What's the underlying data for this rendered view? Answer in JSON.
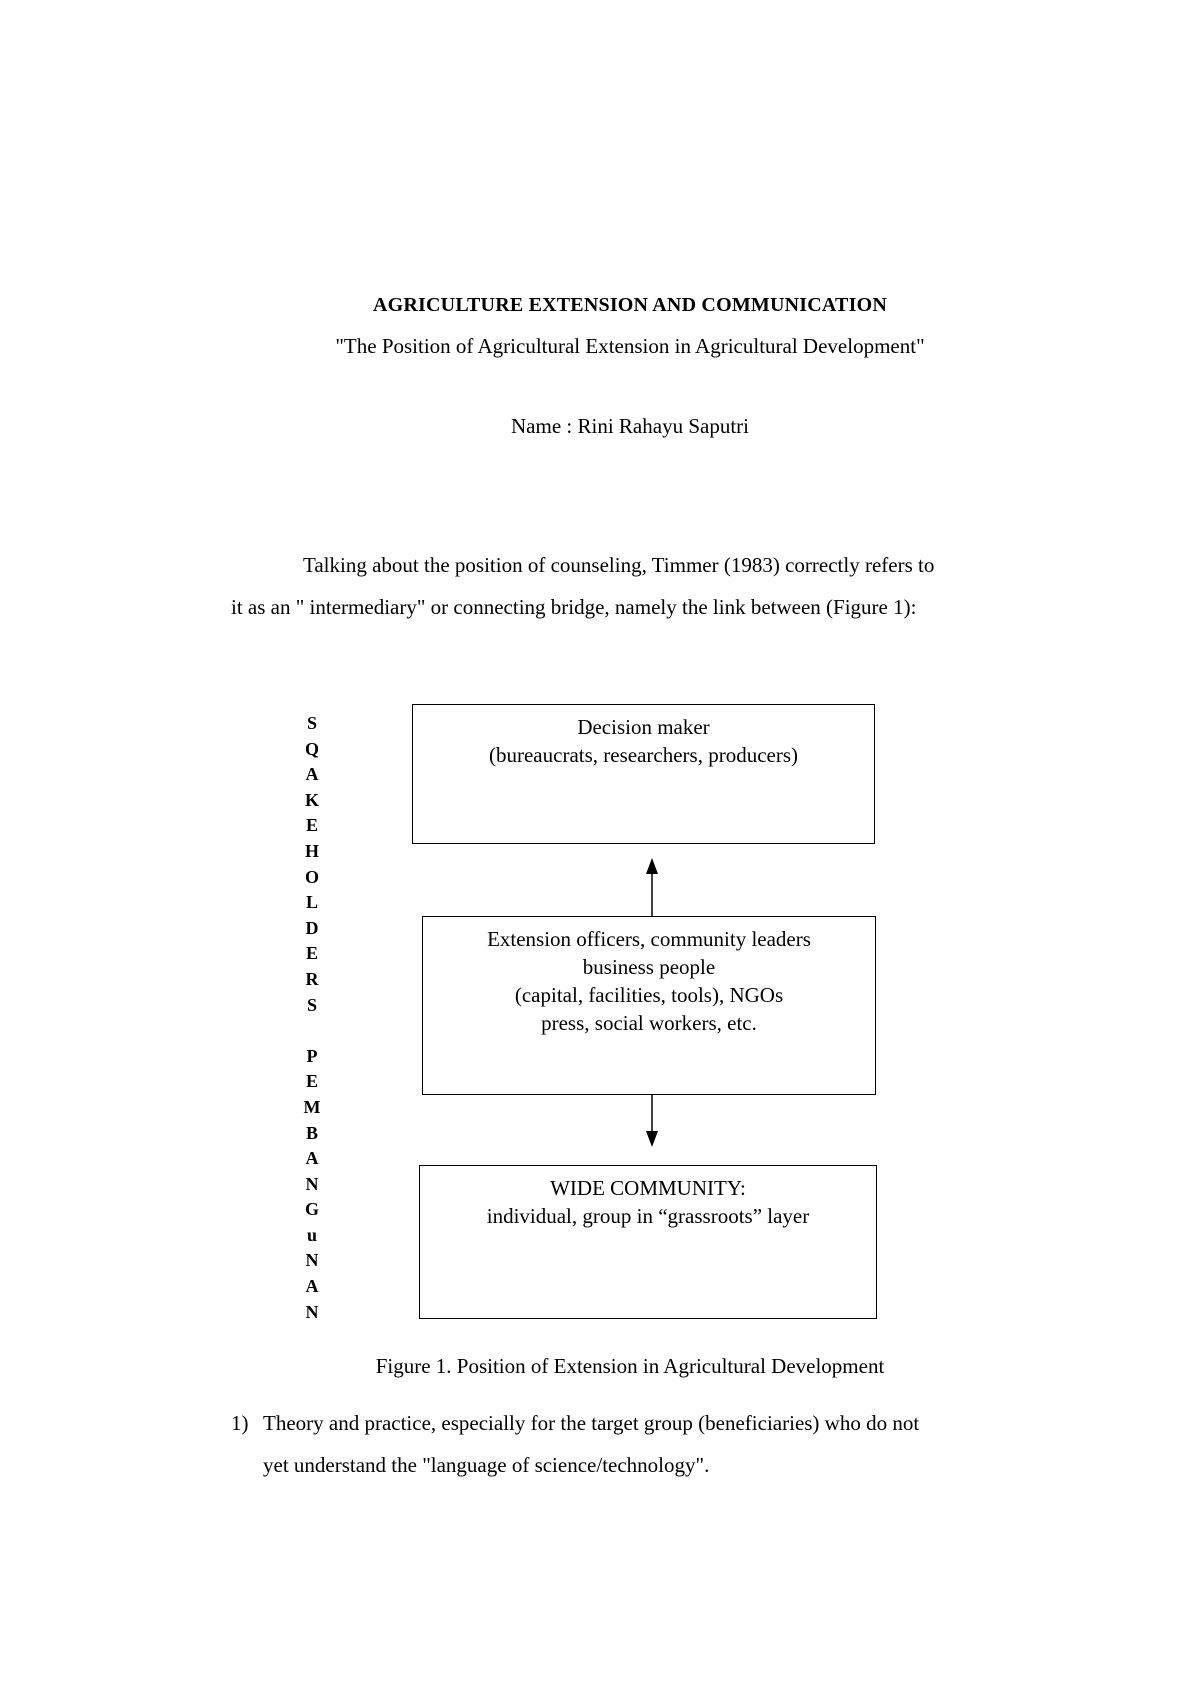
{
  "document": {
    "title": "AGRICULTURE EXTENSION AND COMMUNICATION",
    "subtitle": "\"The Position of Agricultural Extension in Agricultural Development\"",
    "author_line": "Name : Rini Rahayu Saputri"
  },
  "intro": {
    "line_1": "Talking about the position of counseling, Timmer (1983) correctly refers to",
    "line_2": "it as an \" intermediary\" or connecting bridge, namely the link between (Figure 1):"
  },
  "figure": {
    "vertical_label": [
      "S",
      "Q",
      "A",
      "K",
      "E",
      "H",
      "O",
      "L",
      "D",
      "E",
      "R",
      "S",
      "",
      "P",
      "E",
      "M",
      "B",
      "A",
      "N",
      "G",
      "u",
      "N",
      "A",
      "N"
    ],
    "boxes": {
      "decision": {
        "line_1": "Decision maker",
        "line_2": "(bureaucrats, researchers, producers)"
      },
      "extension": {
        "line_1": "Extension officers, community leaders",
        "line_2": "business people",
        "line_3": "(capital, facilities, tools), NGOs",
        "line_4": "press, social workers, etc."
      },
      "community": {
        "line_1": "WIDE COMMUNITY:",
        "line_2": "individual, group in “grassroots” layer"
      }
    },
    "caption": "Figure 1. Position of Extension in Agricultural Development"
  },
  "list": {
    "item_1": {
      "marker": "1)",
      "line_1": "Theory and practice, especially for the target group (beneficiaries) who do not",
      "line_2": "yet understand the \"language of science/technology\"."
    }
  }
}
